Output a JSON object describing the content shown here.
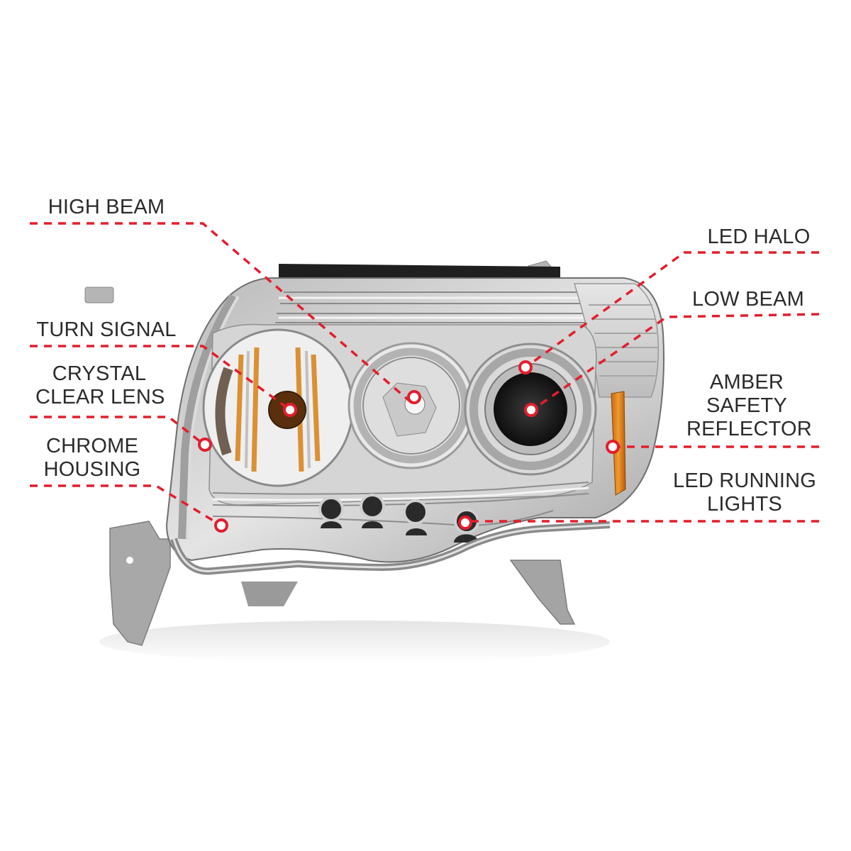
{
  "diagram": {
    "subject": "Headlight assembly with feature callouts",
    "callout_color": "#e31e2d",
    "text_color": "#2b2b2b",
    "callouts_left": [
      {
        "id": "high-beam",
        "lines": [
          "HIGH BEAM"
        ]
      },
      {
        "id": "turn-signal",
        "lines": [
          "TURN SIGNAL"
        ]
      },
      {
        "id": "crystal-clear-lens",
        "lines": [
          "CRYSTAL",
          "CLEAR LENS"
        ]
      },
      {
        "id": "chrome-housing",
        "lines": [
          "CHROME",
          "HOUSING"
        ]
      }
    ],
    "callouts_right": [
      {
        "id": "led-halo",
        "lines": [
          "LED HALO"
        ]
      },
      {
        "id": "low-beam",
        "lines": [
          "LOW BEAM"
        ]
      },
      {
        "id": "amber-safety-reflector",
        "lines": [
          "AMBER",
          "SAFETY",
          "REFLECTOR"
        ]
      },
      {
        "id": "led-running-lights",
        "lines": [
          "LED RUNNING",
          "LIGHTS"
        ]
      }
    ]
  }
}
